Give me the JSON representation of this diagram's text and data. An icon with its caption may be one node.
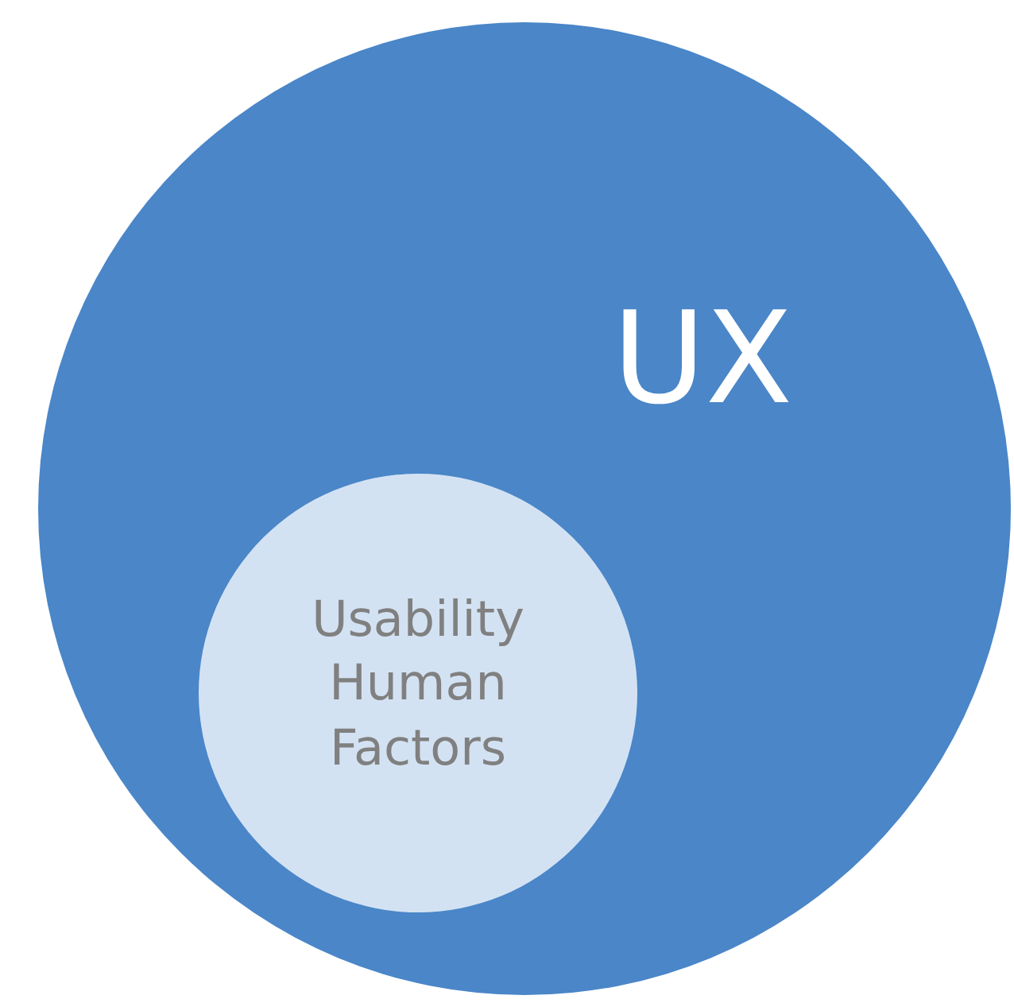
{
  "diagram": {
    "nodes": [
      {
        "text": [
          "UX"
        ]
      },
      {
        "text": [
          "Usability Human Factors"
        ],
        "in": 0
      }
    ],
    "edges": []
  }
}
